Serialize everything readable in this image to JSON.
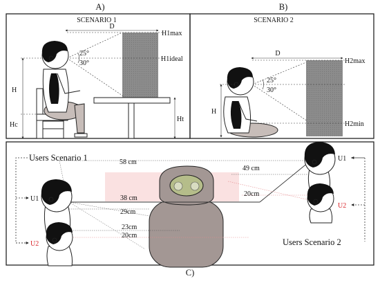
{
  "panels": {
    "a": {
      "letter": "A)",
      "title": "SCENARIO 1",
      "labels": {
        "distance": "D",
        "max": "H1max",
        "ideal": "H1ideal",
        "angle_up": "25°",
        "angle_down": "30°",
        "height": "H",
        "chair_height": "Hc",
        "table_height": "Ht"
      }
    },
    "b": {
      "letter": "B)",
      "title": "SCENARIO 2",
      "labels": {
        "distance": "D",
        "max": "H2max",
        "min": "H2min",
        "angle_up": "25°",
        "angle_down": "30°",
        "height": "H"
      }
    },
    "c": {
      "letter": "C)",
      "users_scenario_1": "Users Scenario 1",
      "users_scenario_2": "Users Scenario 2",
      "left_users": [
        "U1",
        "U2"
      ],
      "right_users": [
        "U1",
        "U2"
      ],
      "distances": {
        "d58": "58 cm",
        "d49": "49 cm",
        "d38": "38 cm",
        "d20a": "20cm",
        "d29": "29cm",
        "d23": "23cm",
        "d20b": "20cm"
      }
    }
  },
  "colors": {
    "highlight_u2": "#d9262b",
    "display_panel": "#8c8c8c",
    "robot_body": "#a39794",
    "robot_face": "#b5bd8a",
    "screen_zone": "#f9dede"
  }
}
